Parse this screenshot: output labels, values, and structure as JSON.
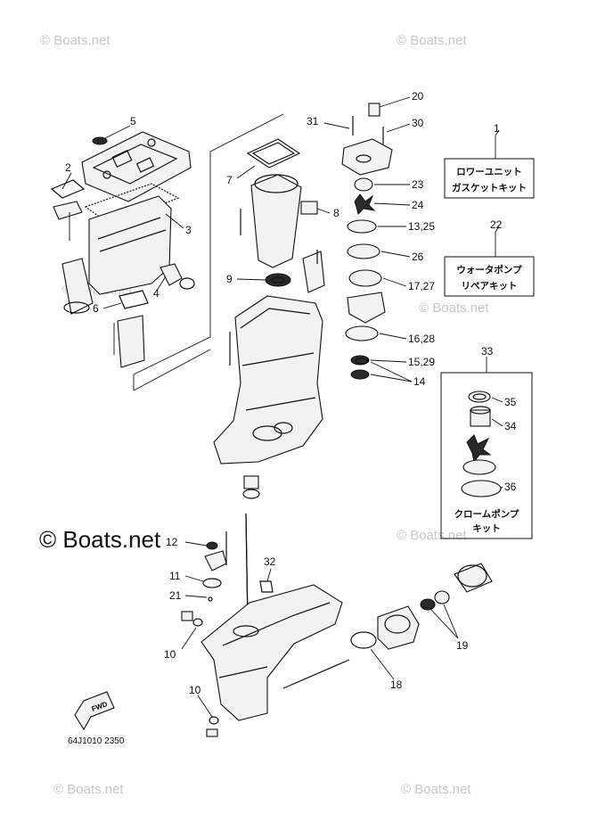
{
  "watermarks": {
    "copyright_symbol": "©",
    "site": "Boats.net",
    "main_text": "© Boats.net"
  },
  "diagram_code": "64J1010 2350",
  "fwd_label": "FWD",
  "callouts": {
    "c1": "1",
    "c2": "2",
    "c3": "3",
    "c4": "4",
    "c5": "5",
    "c6": "6",
    "c7": "7",
    "c8": "8",
    "c9": "9",
    "c10a": "10",
    "c10b": "10",
    "c11": "11",
    "c12": "12",
    "c13_25": "13,25",
    "c14": "14",
    "c15_29": "15,29",
    "c16_28": "16,28",
    "c17_27": "17,27",
    "c18": "18",
    "c19": "19",
    "c20": "20",
    "c21": "21",
    "c22": "22",
    "c23": "23",
    "c24": "24",
    "c26": "26",
    "c30": "30",
    "c31": "31",
    "c32": "32",
    "c33": "33",
    "c34": "34",
    "c35": "35",
    "c36": "36"
  },
  "kits": {
    "lower_unit_gasket_kit": {
      "line1": "ロワーユニット",
      "line2": "ガスケットキット"
    },
    "water_pump_repair_kit": {
      "line1": "ウォータポンプ",
      "line2": "リペアキット"
    },
    "chrome_pump_kit": {
      "line1": "クロームポンプ",
      "line2": "キット"
    }
  }
}
